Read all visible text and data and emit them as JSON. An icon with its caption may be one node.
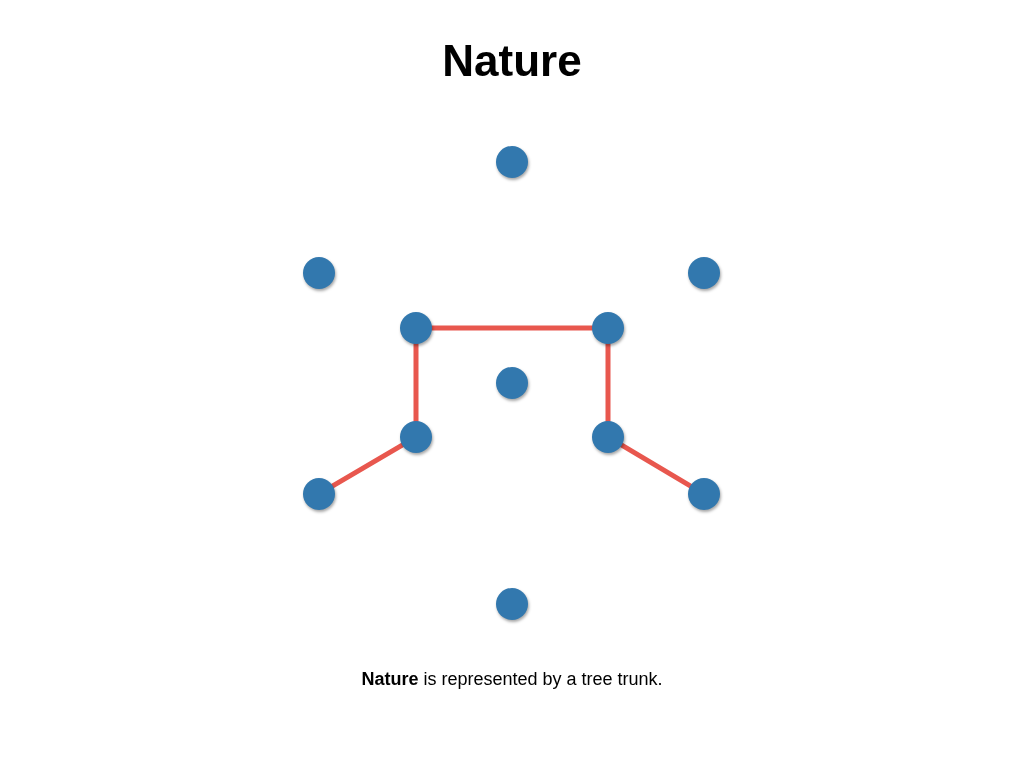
{
  "diagram": {
    "title": "Nature",
    "caption": "**Nature** is represented by a tree trunk.",
    "nodes": [
      {
        "text": [],
        "shape": "circle"
      },
      {
        "text": [],
        "shape": "circle"
      },
      {
        "text": [],
        "shape": "circle"
      },
      {
        "text": [],
        "shape": "circle"
      },
      {
        "text": [],
        "shape": "circle"
      },
      {
        "text": [],
        "shape": "circle"
      },
      {
        "text": [],
        "shape": "circle"
      },
      {
        "text": [],
        "shape": "circle"
      },
      {
        "text": [],
        "shape": "circle"
      },
      {
        "text": [],
        "shape": "circle"
      },
      {
        "text": [],
        "shape": "circle"
      }
    ],
    "edges": [
      {
        "from": 8,
        "to": 6,
        "arrow": "none"
      },
      {
        "from": 6,
        "to": 3,
        "arrow": "none"
      },
      {
        "from": 3,
        "to": 4,
        "arrow": "none"
      },
      {
        "from": 4,
        "to": 7,
        "arrow": "none"
      },
      {
        "from": 7,
        "to": 9,
        "arrow": "none"
      }
    ]
  }
}
